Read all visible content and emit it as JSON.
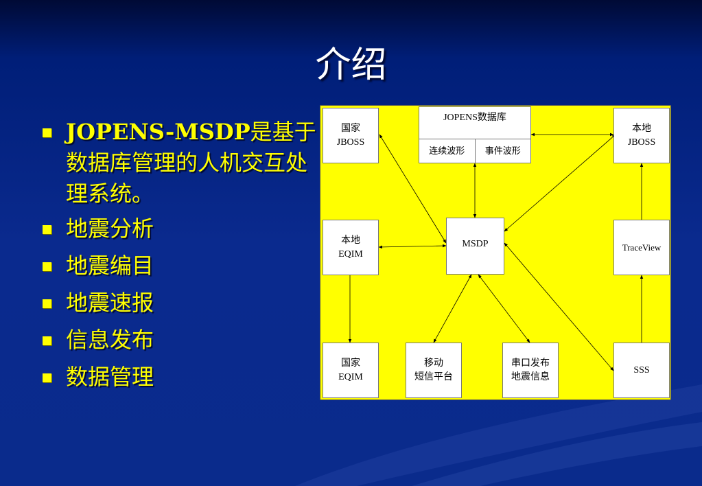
{
  "slide": {
    "title": "介绍",
    "bullets": [
      {
        "bold": "JOPENS-MSDP",
        "text": "是基于数据库管理的人机交互处理系统。"
      },
      {
        "bold": "",
        "text": "地震分析"
      },
      {
        "bold": "",
        "text": "地震编目"
      },
      {
        "bold": "",
        "text": "地震速报"
      },
      {
        "bold": "",
        "text": "信息发布"
      },
      {
        "bold": "",
        "text": "数据管理"
      }
    ]
  },
  "diagram": {
    "national_jboss": [
      "国家",
      "JBOSS"
    ],
    "database": {
      "title": "JOPENS数据库",
      "cells": [
        "连续波形",
        "事件波形"
      ]
    },
    "local_jboss": [
      "本地",
      "JBOSS"
    ],
    "local_eqim": [
      "本地",
      "EQIM"
    ],
    "msdp": "MSDP",
    "traceview": "TraceView",
    "national_eqim": [
      "国家",
      "EQIM"
    ],
    "mobile_sms": [
      "移动",
      "短信平台"
    ],
    "serial_publish": [
      "串口发布",
      "地震信息"
    ],
    "sss": "SSS"
  },
  "colors": {
    "background": "#0a2a8e",
    "bullet_text": "#ffff00",
    "diagram_bg": "#ffff00"
  }
}
